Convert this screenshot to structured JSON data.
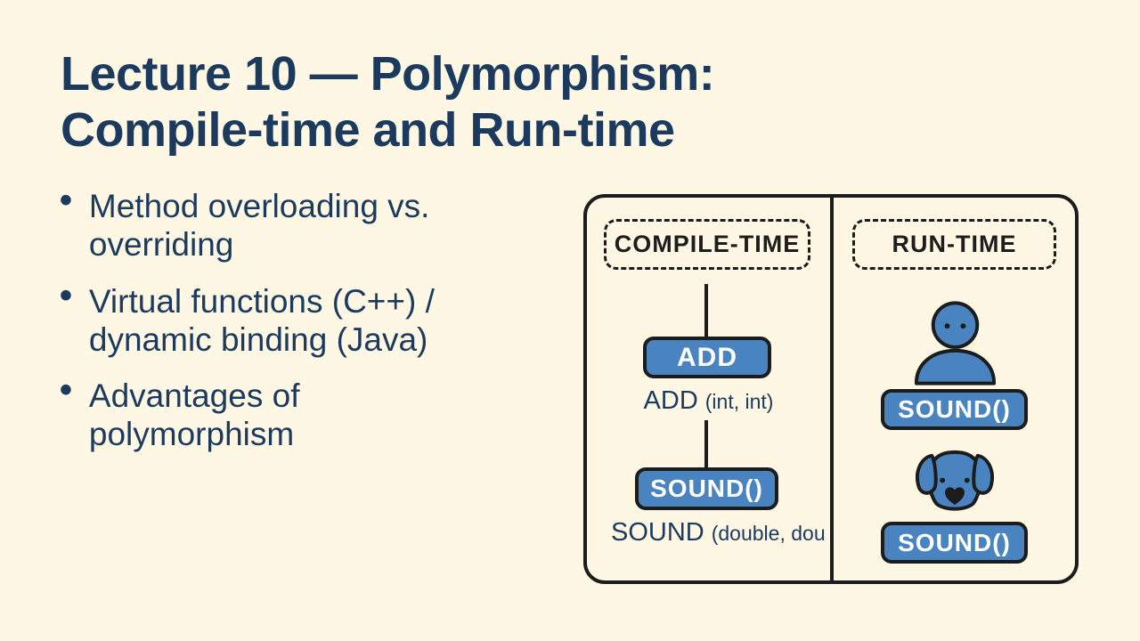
{
  "slide": {
    "title": {
      "lines": [
        "Lecture 10 — Polymorphism:",
        "Compile-time and Run-time"
      ]
    },
    "bullet_marker": "•",
    "bullets": [
      {
        "lines": [
          "Method overloading vs.",
          "overriding"
        ]
      },
      {
        "lines": [
          "Virtual functions (C++) /",
          "dynamic binding (Java)"
        ]
      },
      {
        "lines": [
          "Advantages of",
          "polymorphism"
        ]
      }
    ]
  },
  "diagram": {
    "compile_panel": {
      "header": "COMPILE-TIME",
      "add_node": {
        "label": "ADD",
        "sig_name": "ADD",
        "sig_args": "(int, int)"
      },
      "sound_node": {
        "label": "SOUND()",
        "sig_name": "SOUND",
        "sig_args": "(double, dou"
      }
    },
    "run_panel": {
      "header": "RUN-TIME",
      "callers": [
        {
          "icon": "person-icon",
          "button": "SOUND()"
        },
        {
          "icon": "dog-icon",
          "button": "SOUND()"
        }
      ]
    },
    "colors": {
      "background_cream": "#FDF7E4",
      "navy_text": "#1C3A5E",
      "outline_dark": "#1C1C1C",
      "accent_blue": "#4A84C0",
      "button_text": "#FFFFFF"
    }
  }
}
